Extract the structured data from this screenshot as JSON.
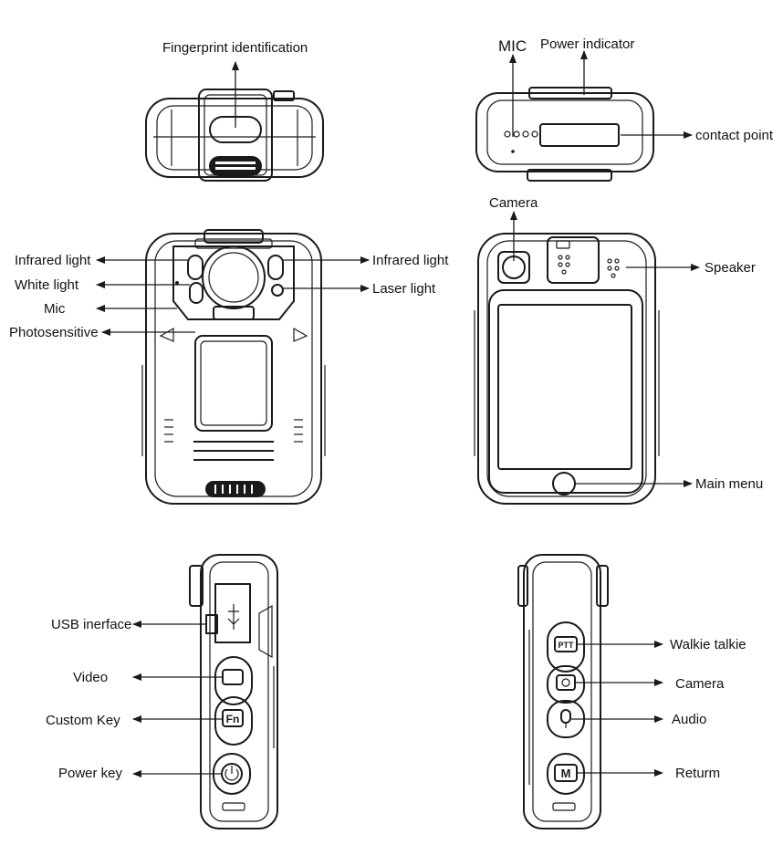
{
  "colors": {
    "stroke": "#1a1a1a",
    "background": "#ffffff"
  },
  "labels": {
    "fingerprint": "Fingerprint identification",
    "mic_top": "MIC",
    "power_indicator": "Power indicator",
    "contact_point": "contact point",
    "infrared_left": "Infrared light",
    "white_light": "White light",
    "mic_front": "Mic",
    "photosensitive": "Photosensitive",
    "infrared_right": "Infrared light",
    "laser_light": "Laser light",
    "camera_back": "Camera",
    "speaker": "Speaker",
    "main_menu": "Main menu",
    "usb": "USB inerface",
    "video": "Video",
    "custom_key": "Custom Key",
    "power_key": "Power key",
    "walkie_talkie": "Walkie talkie",
    "camera_side": "Camera",
    "audio": "Audio",
    "return": "Returm"
  },
  "button_glyphs": {
    "ptt": "PTT",
    "fn": "Fn",
    "m": "M"
  },
  "icons": [
    "fingerprint-sensor",
    "camera-lens",
    "usb-icon",
    "video-icon",
    "power-icon",
    "camera-icon",
    "mic-icon",
    "ptt-icon",
    "fn-icon",
    "m-icon",
    "home-button"
  ]
}
